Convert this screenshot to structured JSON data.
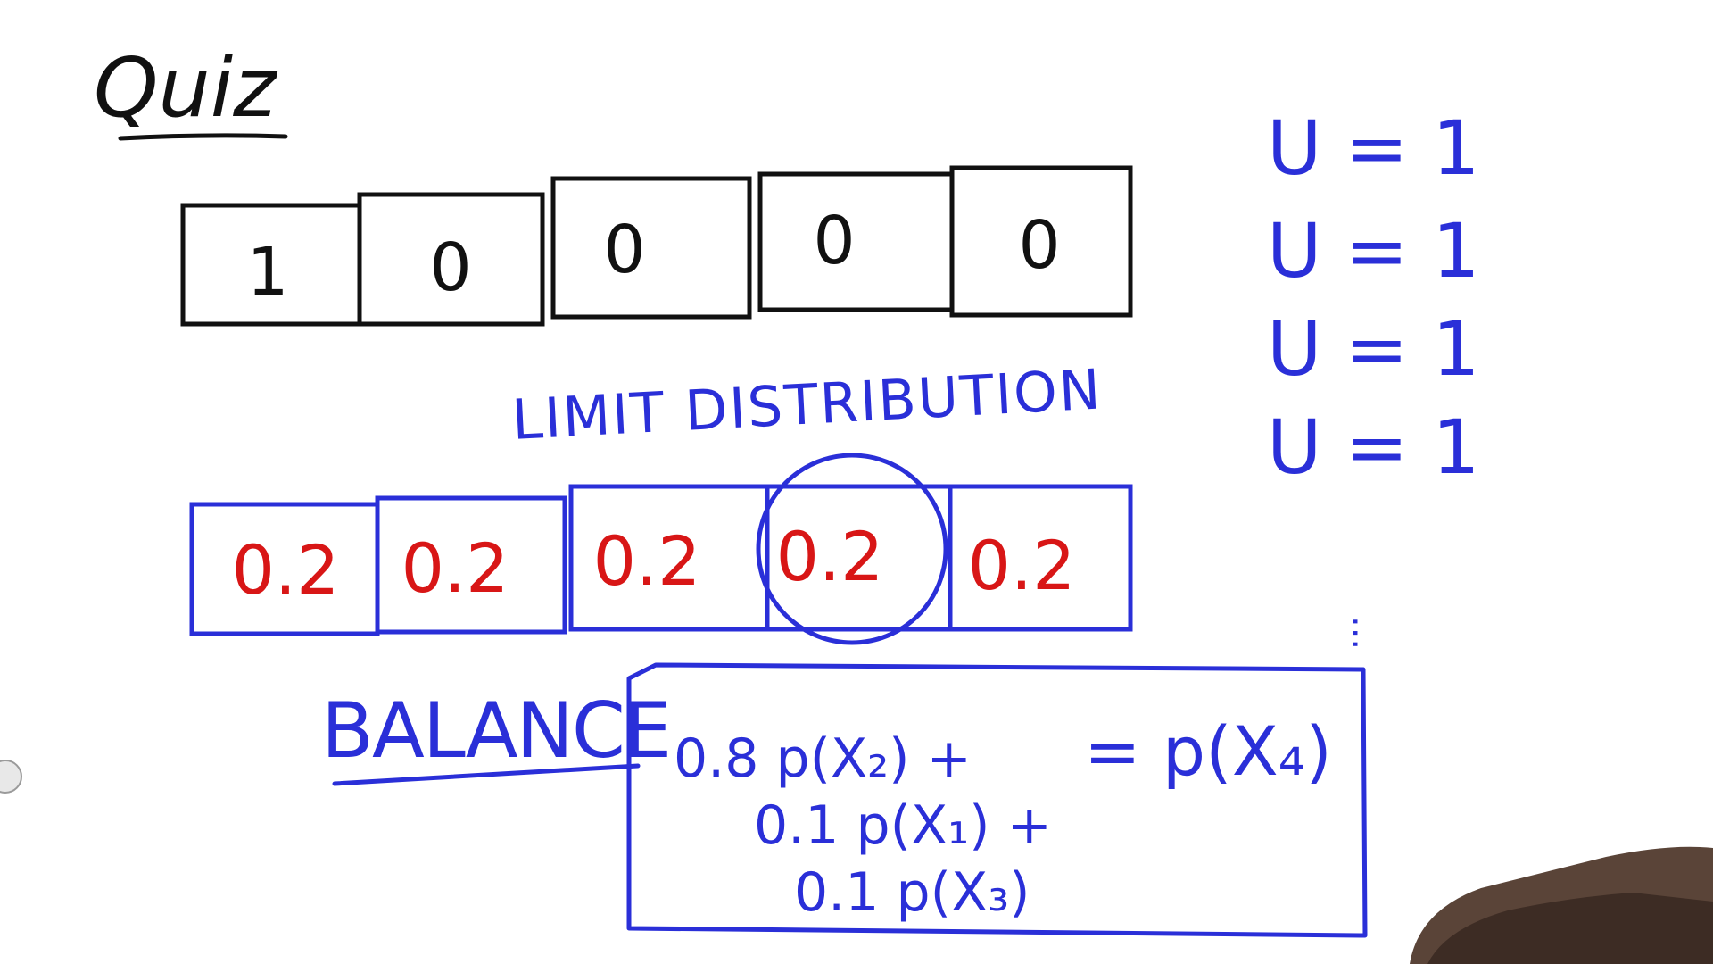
{
  "title": "Quiz",
  "colors": {
    "ink_black": "#111111",
    "ink_blue": "#2a2fd8",
    "ink_red": "#d81616"
  },
  "top_row": [
    "1",
    "0",
    "0",
    "0",
    "0"
  ],
  "limit_label": "LIMIT DISTRIBUTION",
  "limit_row": [
    "0.2",
    "0.2",
    "0.2",
    "0.2",
    "0.2"
  ],
  "circled_index": 3,
  "u_values": [
    "U = 1",
    "U = 1",
    "U = 1",
    "U = 1"
  ],
  "balance_label": "BALANCE",
  "equation": {
    "line1": "0.8 p(X₂) +",
    "line2": "0.1 p(X₁) +",
    "line3": "0.1 p(X₃)",
    "rhs": "= p(X₄)"
  }
}
